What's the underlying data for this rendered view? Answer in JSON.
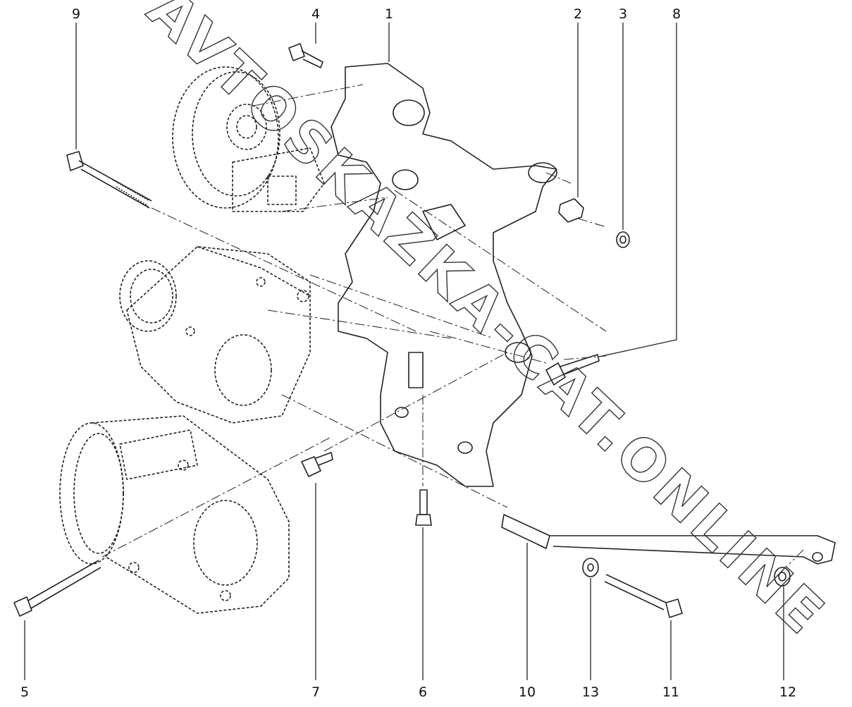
{
  "watermark": "AVTOSKAZKA-CAT.ONLINE",
  "callouts": {
    "c1": "1",
    "c2": "2",
    "c3": "3",
    "c4": "4",
    "c5": "5",
    "c6": "6",
    "c7": "7",
    "c8": "8",
    "c9": "9",
    "c10": "10",
    "c11": "11",
    "c12": "12",
    "c13": "13"
  }
}
